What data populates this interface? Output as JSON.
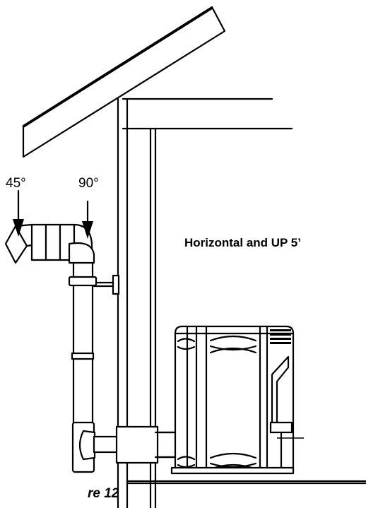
{
  "labels": {
    "angle_45": "45°",
    "angle_90": "90°",
    "vent_config": "Horizontal and UP 5’",
    "figure_caption": "re 12"
  }
}
